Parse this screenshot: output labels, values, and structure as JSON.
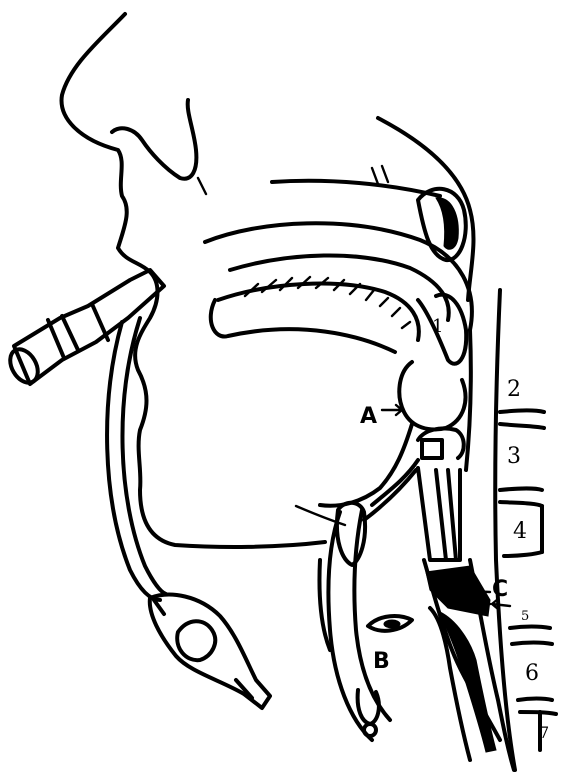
{
  "labels": {
    "A": "A",
    "B": "B",
    "C": "C"
  },
  "vertebrae": [
    "1",
    "2",
    "3",
    "4",
    "5",
    "6",
    "7"
  ],
  "icons": [
    "airway-tube-icon",
    "arrow-icon"
  ]
}
